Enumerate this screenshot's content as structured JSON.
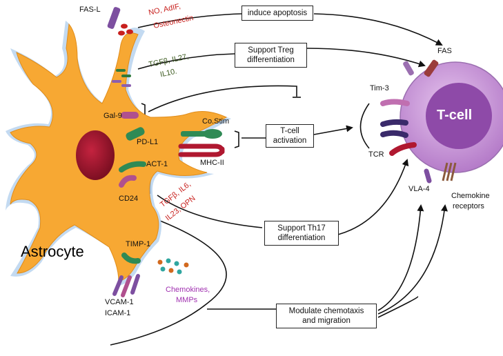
{
  "astrocyte": {
    "label": "Astrocyte"
  },
  "tcell": {
    "label": "T-cell"
  },
  "astrocyte_molecules": {
    "fas_l": "FAS-L",
    "gal9": "Gal-9",
    "pdl1": "PD-L1",
    "act1": "ACT-1",
    "cd24": "CD24",
    "timp1": "TIMP-1",
    "vcam1": "VCAM-1",
    "icam1": "ICAM-1",
    "costim": "Co.Stim",
    "mhc2": "MHC-II"
  },
  "secreted_factors": {
    "apoptosis_line1": "NO, AdIF,",
    "apoptosis_line2": "Osteonectin",
    "treg_line1": "TGFβ, IL27,",
    "treg_line2": "IL10.",
    "th17_line1": "TGFβ, IL6,",
    "th17_line2": "IL23, OPN",
    "chemokines_line1": "Chemokines,",
    "chemokines_line2": "MMPs"
  },
  "tcell_molecules": {
    "fas": "FAS",
    "tim3": "Tim-3",
    "tcr": "TCR",
    "vla4": "VLA-4",
    "chemokine_receptors_line1": "Chemokine",
    "chemokine_receptors_line2": "receptors"
  },
  "effects": {
    "apoptosis": "induce apoptosis",
    "treg_line1": "Support Treg",
    "treg_line2": "differentiation",
    "activation_line1": "T-cell",
    "activation_line2": "activation",
    "th17_line1": "Support Th17",
    "th17_line2": "differentiation",
    "chemotaxis_line1": "Modulate chemotaxis",
    "chemotaxis_line2": "and migration"
  },
  "colors": {
    "astrocyte_fill": "#f7a833",
    "astrocyte_glow": "#b9d3ee",
    "nucleus": "#a0182e",
    "tcell_outer": "#c99ad6",
    "tcell_inner": "#8e4aa8",
    "red_text": "#c8201d",
    "green_text": "#3b5a1e",
    "purple_text": "#a030b0"
  }
}
